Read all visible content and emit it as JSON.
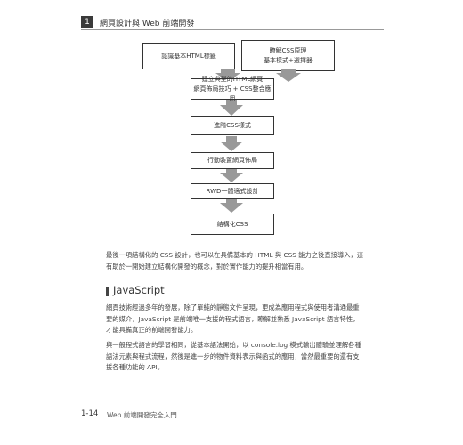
{
  "header": {
    "chapter_number": "1",
    "running_title": "網頁設計與 Web 前端開發"
  },
  "diagram": {
    "nodes": {
      "html_tags": "認識基本HTML標籤",
      "css_principles_line1": "瞭解CSS原理",
      "css_principles_line2": "基本樣式+選擇器",
      "build_page_line1": "建立典型的HTML網頁",
      "build_page_line2": "網頁佈局技巧 + CSS整合應用",
      "advanced_css": "進階CSS樣式",
      "mobile_layout": "行動裝置網頁佈局",
      "rwd_design": "RWD一體適式設計",
      "structured_css": "結構化CSS"
    }
  },
  "body": {
    "paragraph1": "最後一項結構化的 CSS 設計，也可以在具備基本的 HTML 與 CSS 能力之後直接導入，這有助於一開始建立結構化開發的概念，對於實作能力的提升相當有用。",
    "section_title": "JavaScript",
    "paragraph2": "網頁技術經過多年的發展，除了單純的靜態文件呈現，更成為應用程式與使用者溝通最重要的媒介，JavaScript 是前端唯一支援的程式語言，瞭解並熟悉 JavaScript 語言特性，才能具備真正的前端開發能力。",
    "paragraph3": "與一般程式語言的學習相同，從基本語法開始，以 console.log 模式輸出體驗並理解各種語法元素與程式流程，然後是進一步的物件資料表示與函式的應用，當然最重要的還有支援各種功能的 API。"
  },
  "footer": {
    "page_number": "1-14",
    "book_title": "Web 前端開發完全入門"
  }
}
